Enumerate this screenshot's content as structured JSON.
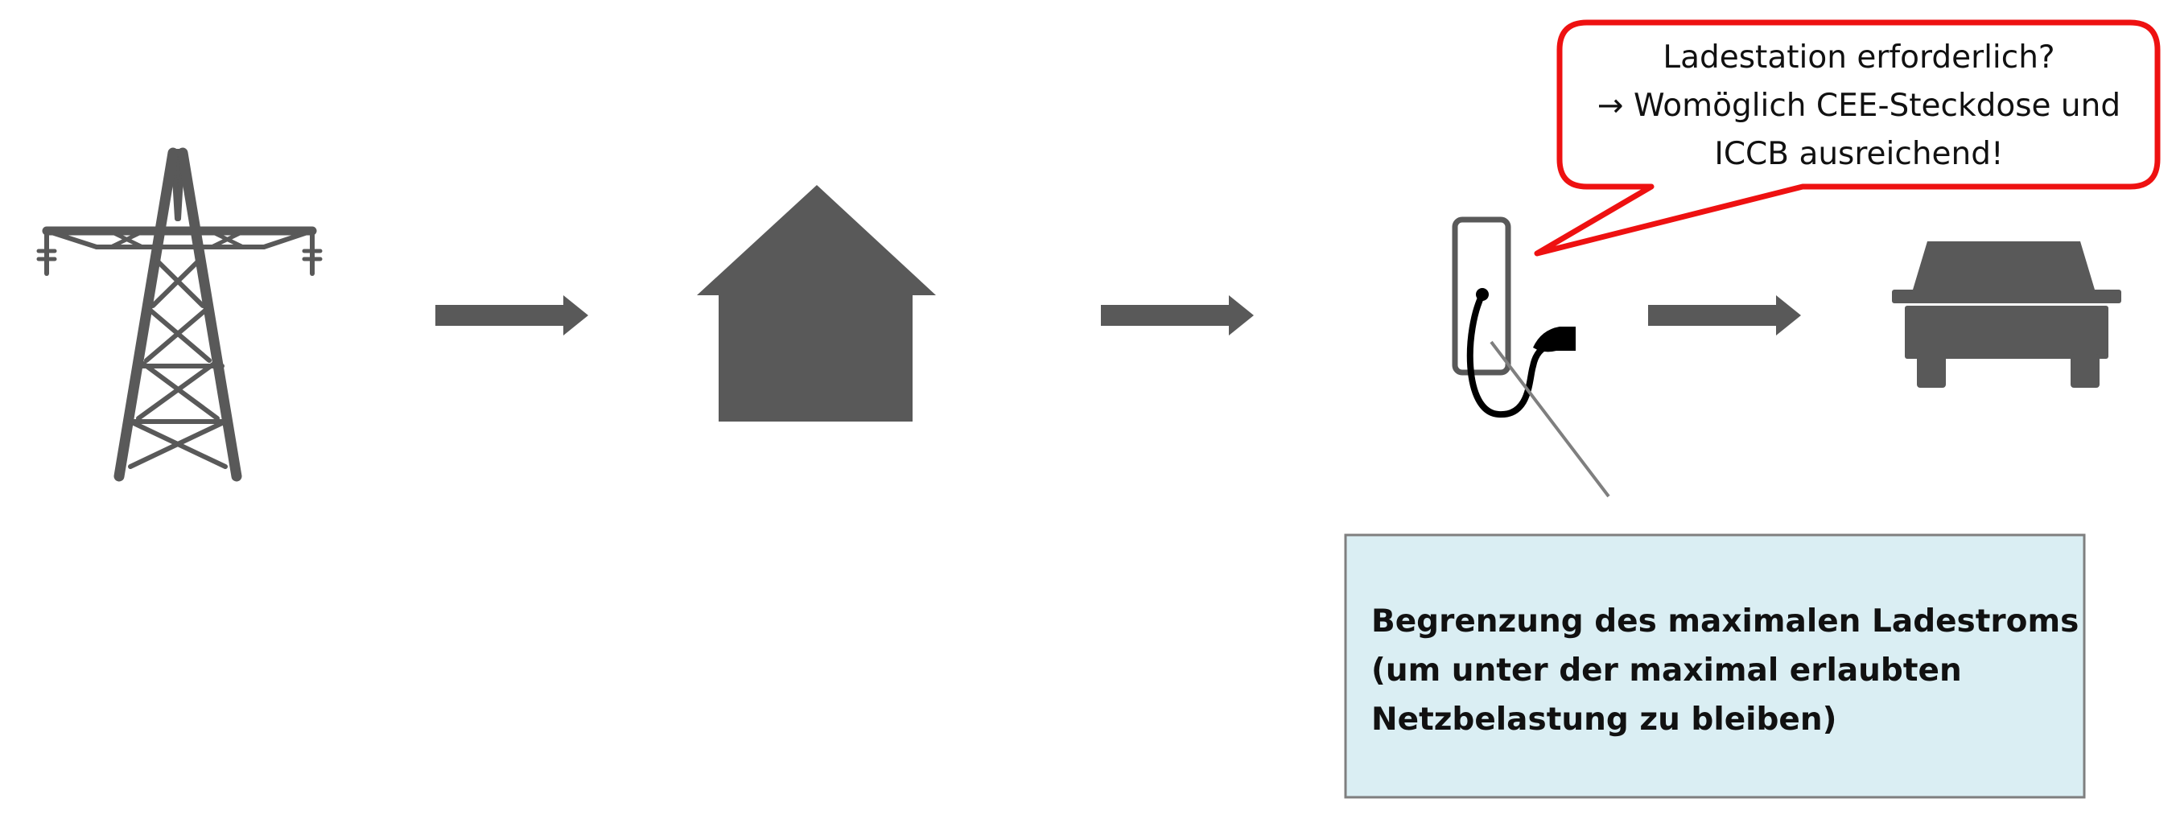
{
  "colors": {
    "icon": "#595959",
    "callout_border": "#ee1111",
    "info_fill": "#daeef3",
    "info_border": "#7f7f7f",
    "text": "#111111"
  },
  "icons": [
    "power-pylon-icon",
    "house-icon",
    "charging-station-icon",
    "car-icon"
  ],
  "callout": {
    "line1": "Ladestation erforderlich?",
    "line2": "→ Womöglich CEE-Steckdose und",
    "line3": "ICCB ausreichend!"
  },
  "info": {
    "line1": "Begrenzung des maximalen Ladestroms",
    "line2": "(um unter der maximal erlaubten",
    "line3": "Netzbelastung zu bleiben)"
  }
}
